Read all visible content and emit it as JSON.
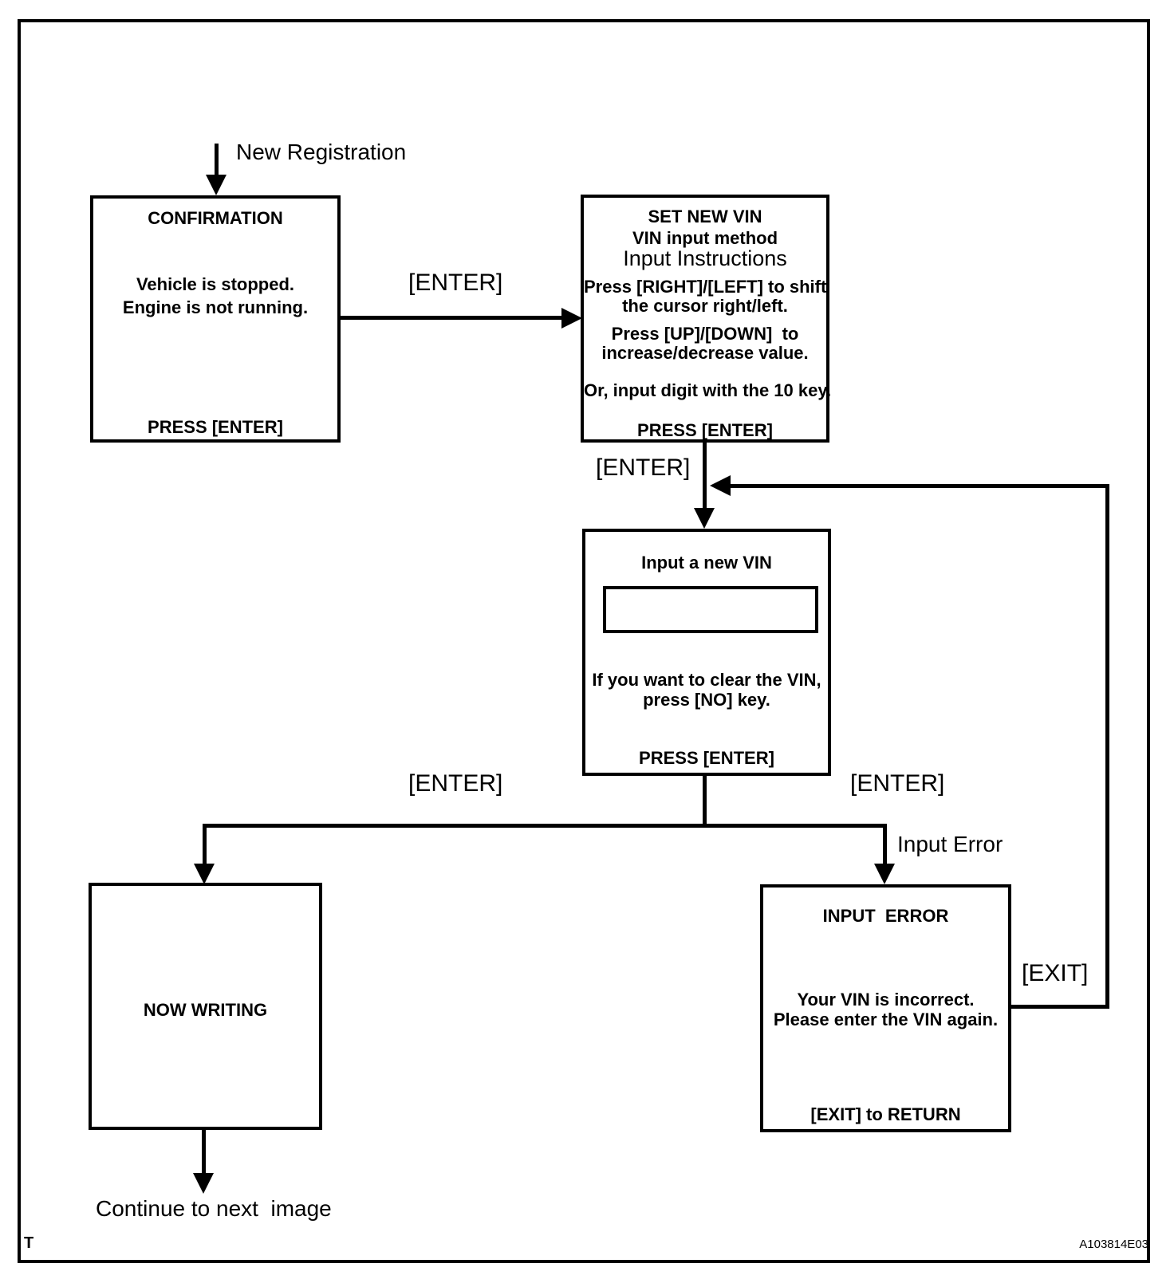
{
  "canvas": {
    "bg": "#ffffff",
    "ink": "#000000"
  },
  "labels": {
    "new_registration": "New Registration",
    "enter_confirm": "[ENTER]",
    "enter_set_vin": "[ENTER]",
    "enter_write": "[ENTER]",
    "enter_error": "[ENTER]",
    "input_error": "Input Error",
    "exit": "[EXIT]",
    "continue_next": "Continue to next  image",
    "corner_letter": "T",
    "figure_code": "A103814E03"
  },
  "boxes": {
    "confirmation": {
      "title": "CONFIRMATION",
      "body": [
        "Vehicle is stopped.",
        "Engine is not running."
      ],
      "footer": "PRESS [ENTER]"
    },
    "set_new_vin": {
      "title": "SET NEW VIN",
      "subtitle": "VIN input method",
      "heading": "Input Instructions",
      "body": [
        "Press [RIGHT]/[LEFT] to shift",
        "the cursor right/left.",
        "Press [UP]/[DOWN]  to",
        "increase/decrease value.",
        "Or, input digit with the 10 key."
      ],
      "footer": "PRESS [ENTER]"
    },
    "input_new_vin": {
      "title": "Input a new VIN",
      "vin_value": "",
      "body": [
        "If you want to clear the VIN,",
        "press [NO] key."
      ],
      "footer": "PRESS [ENTER]"
    },
    "now_writing": {
      "title": "NOW WRITING"
    },
    "input_error": {
      "title": "INPUT  ERROR",
      "body": [
        "Your VIN is incorrect.",
        "Please enter the VIN again."
      ],
      "footer": "[EXIT] to RETURN"
    }
  }
}
